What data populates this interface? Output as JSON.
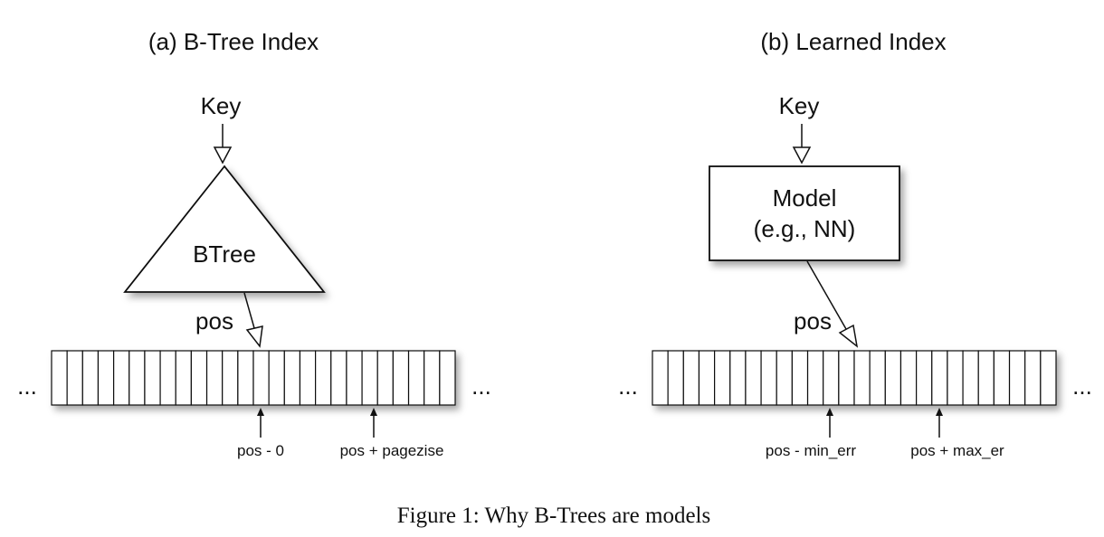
{
  "panel_a": {
    "title": "(a) B-Tree Index",
    "key_label": "Key",
    "node_label": "BTree",
    "pos_label": "pos",
    "ellipsis_left": "...",
    "ellipsis_right": "...",
    "marker_left": "pos - 0",
    "marker_right": "pos + pagezise"
  },
  "panel_b": {
    "title": "(b) Learned Index",
    "key_label": "Key",
    "model_line1": "Model",
    "model_line2": "(e.g., NN)",
    "pos_label": "pos",
    "ellipsis_left": "...",
    "ellipsis_right": "...",
    "marker_left": "pos - min_err",
    "marker_right": "pos + max_er"
  },
  "caption": "Figure 1: Why B-Trees are models"
}
